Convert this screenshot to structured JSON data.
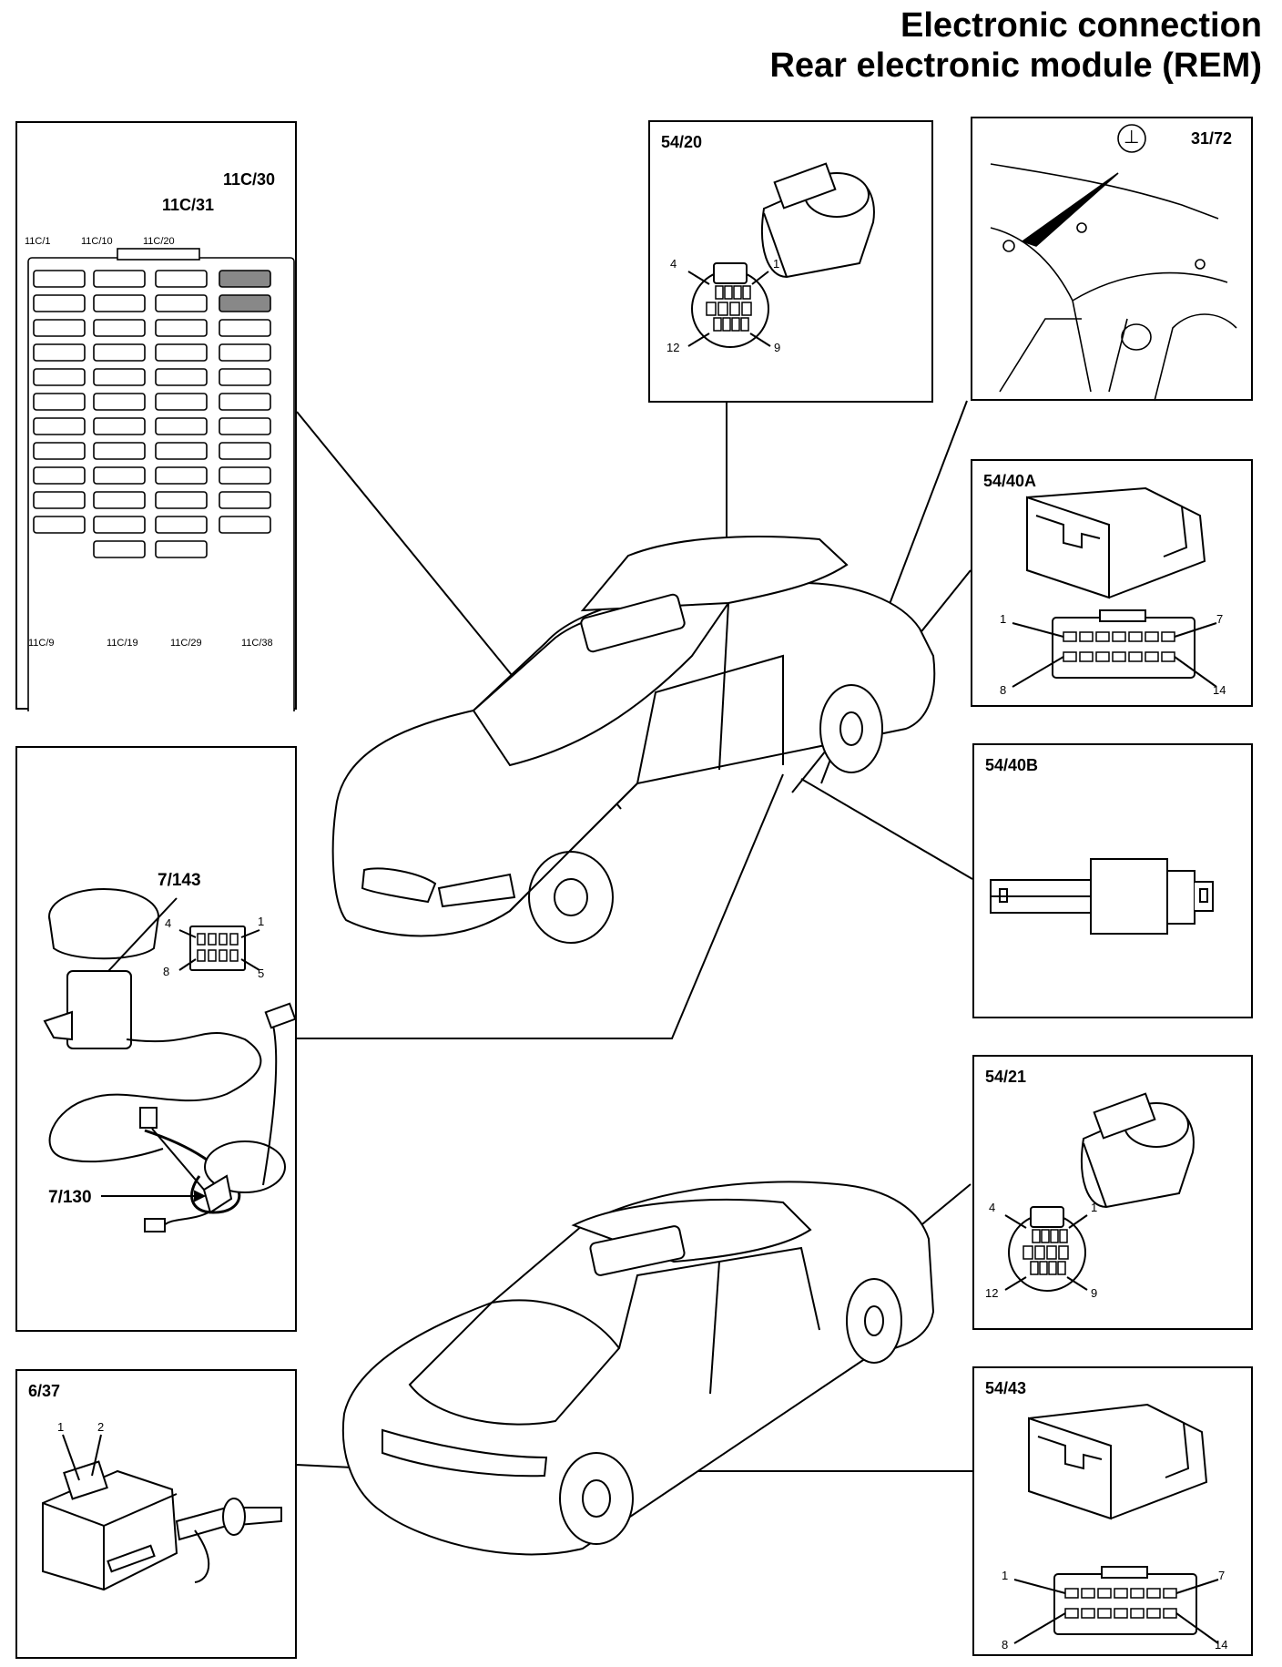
{
  "header": {
    "title_line1": "Electronic connection",
    "title_line2": "Rear electronic module (REM)"
  },
  "fuse_panel": {
    "label_30": "11C/30",
    "label_31": "11C/31",
    "top_labels": [
      "11C/1",
      "11C/10",
      "11C/20"
    ],
    "bottom_labels": [
      "11C/9",
      "11C/19",
      "11C/29",
      "11C/38"
    ]
  },
  "connector_54_20": {
    "label": "54/20",
    "pins": {
      "tl": "4",
      "tr": "1",
      "bl": "12",
      "br": "9"
    }
  },
  "ground_31_72": {
    "label": "31/72",
    "symbol": "⊥"
  },
  "connector_54_40a": {
    "label": "54/40A",
    "pins": {
      "tl": "1",
      "tr": "7",
      "bl": "8",
      "br": "14"
    }
  },
  "connector_54_40b": {
    "label": "54/40B"
  },
  "fuel_pump": {
    "label_143": "7/143",
    "label_130": "7/130",
    "pins": {
      "tl": "4",
      "tr": "1",
      "bl": "8",
      "br": "5"
    }
  },
  "connector_54_21": {
    "label": "54/21",
    "pins": {
      "tl": "4",
      "tr": "1",
      "bl": "12",
      "br": "9"
    }
  },
  "actuator_6_37": {
    "label": "6/37",
    "pins": [
      "1",
      "2"
    ]
  },
  "connector_54_43": {
    "label": "54/43",
    "pins": {
      "tl": "1",
      "tr": "7",
      "bl": "8",
      "br": "14"
    }
  },
  "colors": {
    "line": "#000000",
    "background": "#ffffff",
    "hatch": "#888888"
  }
}
